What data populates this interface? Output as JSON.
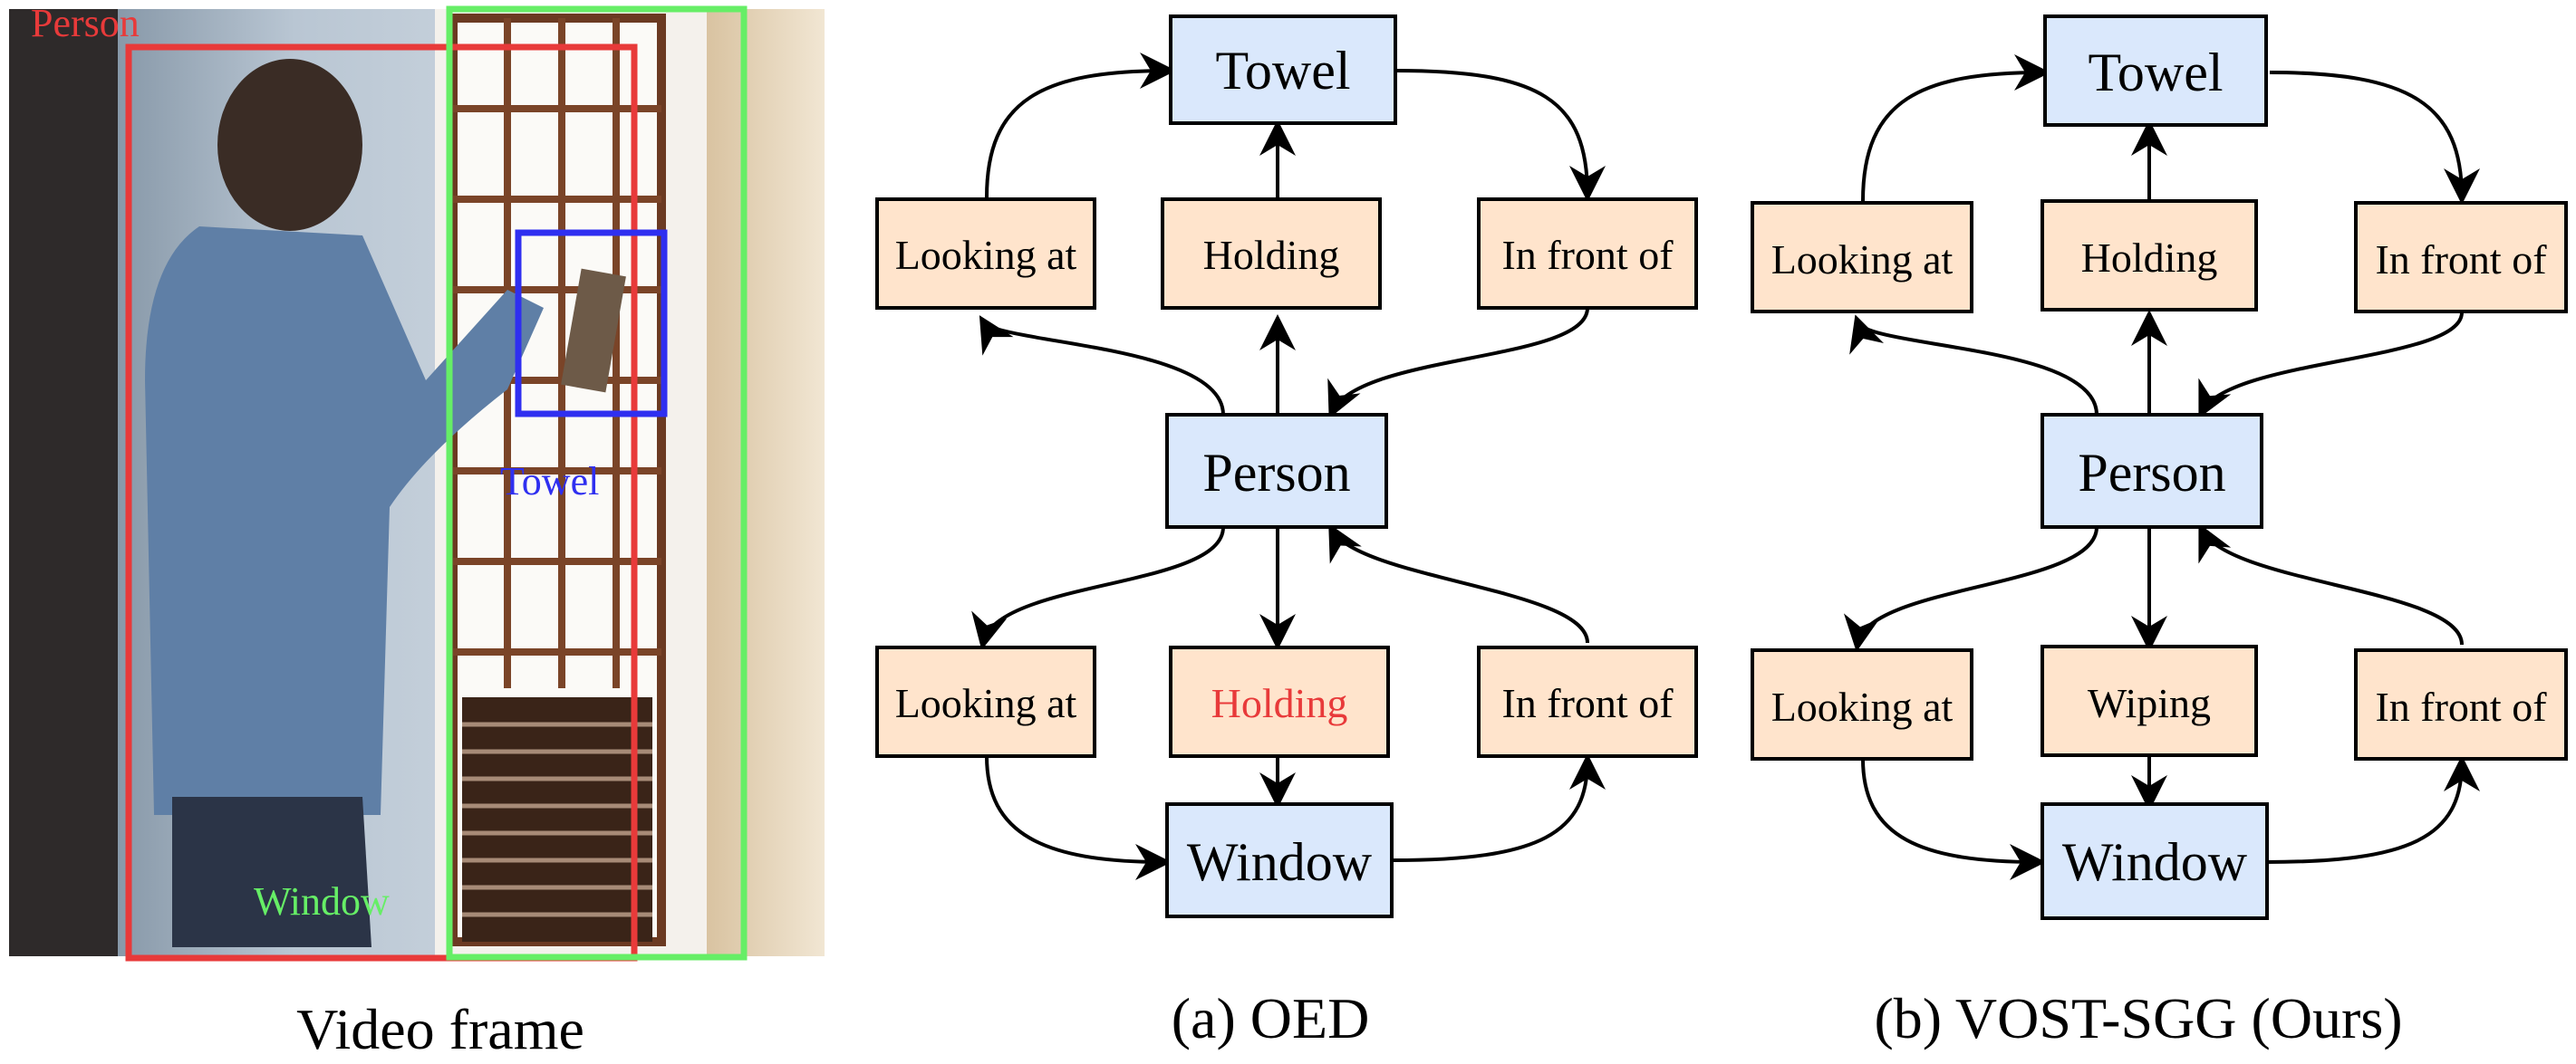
{
  "photo": {
    "labels": {
      "person": "Person",
      "towel": "Towel",
      "window": "Window"
    },
    "caption": "Video frame",
    "colors": {
      "person_box": "#e83a3a",
      "towel_box": "#2f2ff0",
      "window_box": "#66ee66"
    }
  },
  "graph_a": {
    "caption": "(a) OED",
    "nodes": {
      "towel": "Towel",
      "person": "Person",
      "window": "Window"
    },
    "relations": {
      "top_left": "Looking at",
      "top_middle": "Holding",
      "top_right": "In front of",
      "bottom_left": "Looking at",
      "bottom_middle": "Holding",
      "bottom_right": "In front of"
    },
    "highlight_color": "#e83a3a"
  },
  "graph_b": {
    "caption": "(b) VOST-SGG (Ours)",
    "nodes": {
      "towel": "Towel",
      "person": "Person",
      "window": "Window"
    },
    "relations": {
      "top_left": "Looking at",
      "top_middle": "Holding",
      "top_right": "In front of",
      "bottom_left": "Looking at",
      "bottom_middle": "Wiping",
      "bottom_right": "In front of"
    }
  },
  "colors": {
    "entity_fill": "#dae8fc",
    "relation_fill": "#ffe4cc",
    "stroke": "#000000"
  }
}
